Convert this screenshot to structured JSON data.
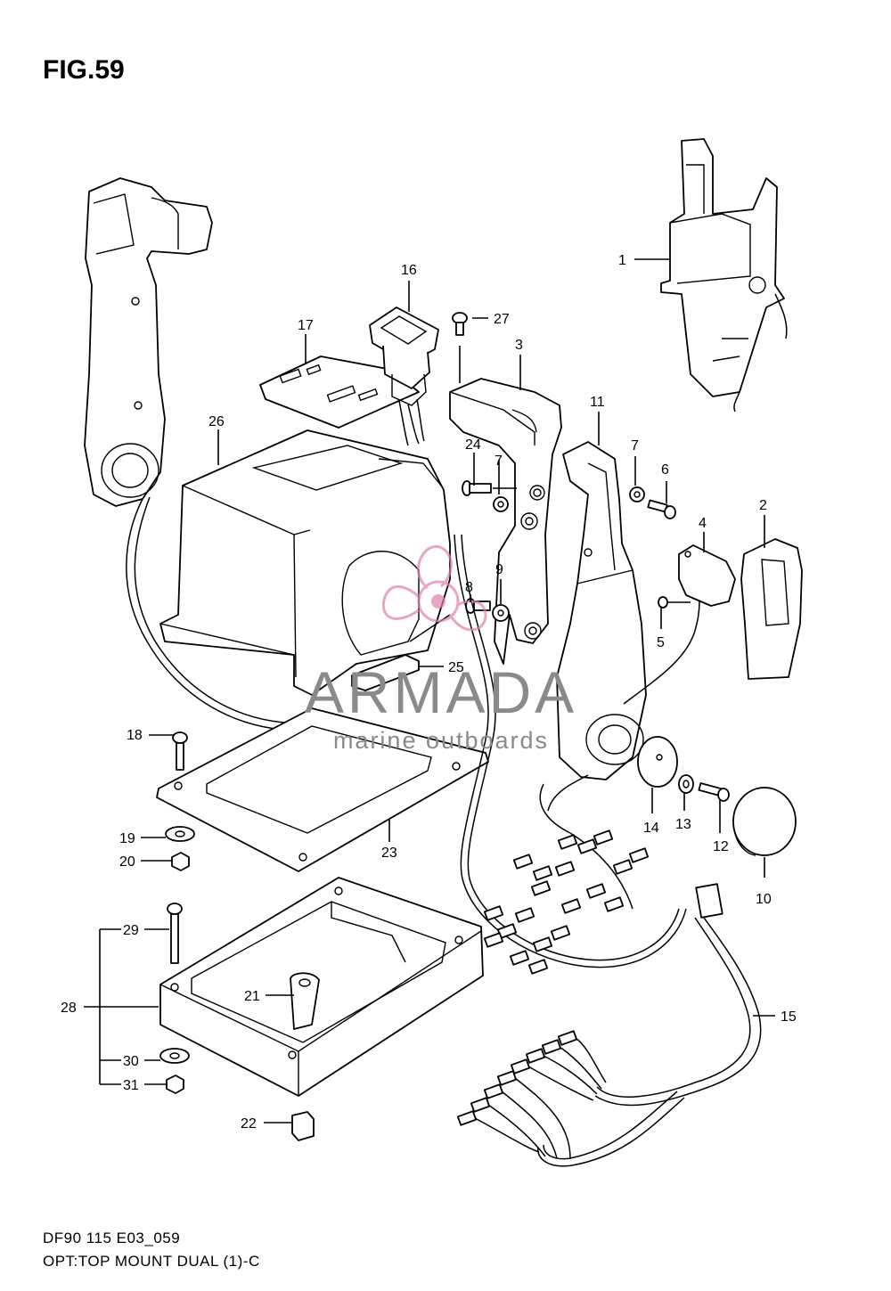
{
  "figure": {
    "title": "FIG.59",
    "code_line_1": "DF90 115 E03_059",
    "code_line_2": "OPT:TOP MOUNT DUAL (1)-C"
  },
  "watermark": {
    "brand": "ARMADA",
    "tagline": "marine outboards",
    "brand_color": "#8a8a8a",
    "logo_color": "#e07fb0"
  },
  "callouts": [
    {
      "id": "c1",
      "label": "1"
    },
    {
      "id": "c2",
      "label": "2"
    },
    {
      "id": "c3",
      "label": "3"
    },
    {
      "id": "c4",
      "label": "4"
    },
    {
      "id": "c5",
      "label": "5"
    },
    {
      "id": "c6",
      "label": "6"
    },
    {
      "id": "c7a",
      "label": "7"
    },
    {
      "id": "c7b",
      "label": "7"
    },
    {
      "id": "c8",
      "label": "8"
    },
    {
      "id": "c9",
      "label": "9"
    },
    {
      "id": "c10",
      "label": "10"
    },
    {
      "id": "c11",
      "label": "11"
    },
    {
      "id": "c12",
      "label": "12"
    },
    {
      "id": "c13",
      "label": "13"
    },
    {
      "id": "c14",
      "label": "14"
    },
    {
      "id": "c15",
      "label": "15"
    },
    {
      "id": "c16",
      "label": "16"
    },
    {
      "id": "c17",
      "label": "17"
    },
    {
      "id": "c18",
      "label": "18"
    },
    {
      "id": "c19",
      "label": "19"
    },
    {
      "id": "c20",
      "label": "20"
    },
    {
      "id": "c21",
      "label": "21"
    },
    {
      "id": "c22",
      "label": "22"
    },
    {
      "id": "c23",
      "label": "23"
    },
    {
      "id": "c24",
      "label": "24"
    },
    {
      "id": "c25",
      "label": "25"
    },
    {
      "id": "c26",
      "label": "26"
    },
    {
      "id": "c27",
      "label": "27"
    },
    {
      "id": "c28",
      "label": "28"
    },
    {
      "id": "c29",
      "label": "29"
    },
    {
      "id": "c30",
      "label": "30"
    },
    {
      "id": "c31",
      "label": "31"
    }
  ]
}
